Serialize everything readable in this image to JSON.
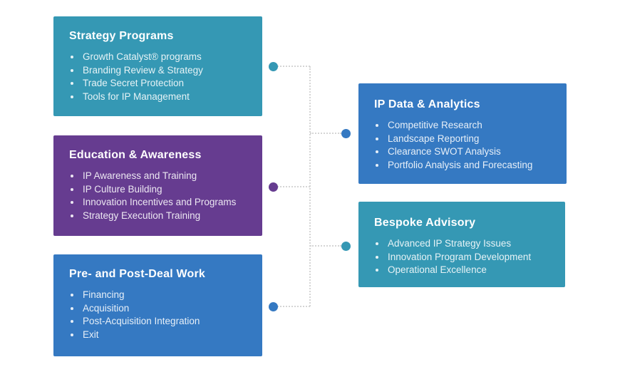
{
  "colors": {
    "teal": "#3598B4",
    "purple": "#663C90",
    "blue": "#3579C2",
    "connector_line": "#d5d5d5"
  },
  "boxes": [
    {
      "id": "strategy-programs",
      "title": "Strategy Programs",
      "color": "#3598B4",
      "items": [
        "Growth Catalyst® programs",
        "Branding Review & Strategy",
        "Trade Secret Protection",
        "Tools for IP Management"
      ]
    },
    {
      "id": "education-awareness",
      "title": "Education & Awareness",
      "color": "#663C90",
      "items": [
        "IP Awareness and Training",
        "IP Culture Building",
        "Innovation Incentives and Programs",
        "Strategy Execution Training"
      ]
    },
    {
      "id": "pre-post-deal-work",
      "title": "Pre- and Post-Deal Work",
      "color": "#3579C2",
      "items": [
        "Financing",
        "Acquisition",
        "Post-Acquisition Integration",
        "Exit"
      ]
    },
    {
      "id": "ip-data-analytics",
      "title": "IP Data & Analytics",
      "color": "#3579C2",
      "items": [
        "Competitive Research",
        "Landscape Reporting",
        "Clearance SWOT Analysis",
        "Portfolio Analysis and Forecasting"
      ]
    },
    {
      "id": "bespoke-advisory",
      "title": "Bespoke Advisory",
      "color": "#3598B4",
      "items": [
        "Advanced IP Strategy Issues",
        "Innovation Program Development",
        "Operational Excellence"
      ]
    }
  ]
}
